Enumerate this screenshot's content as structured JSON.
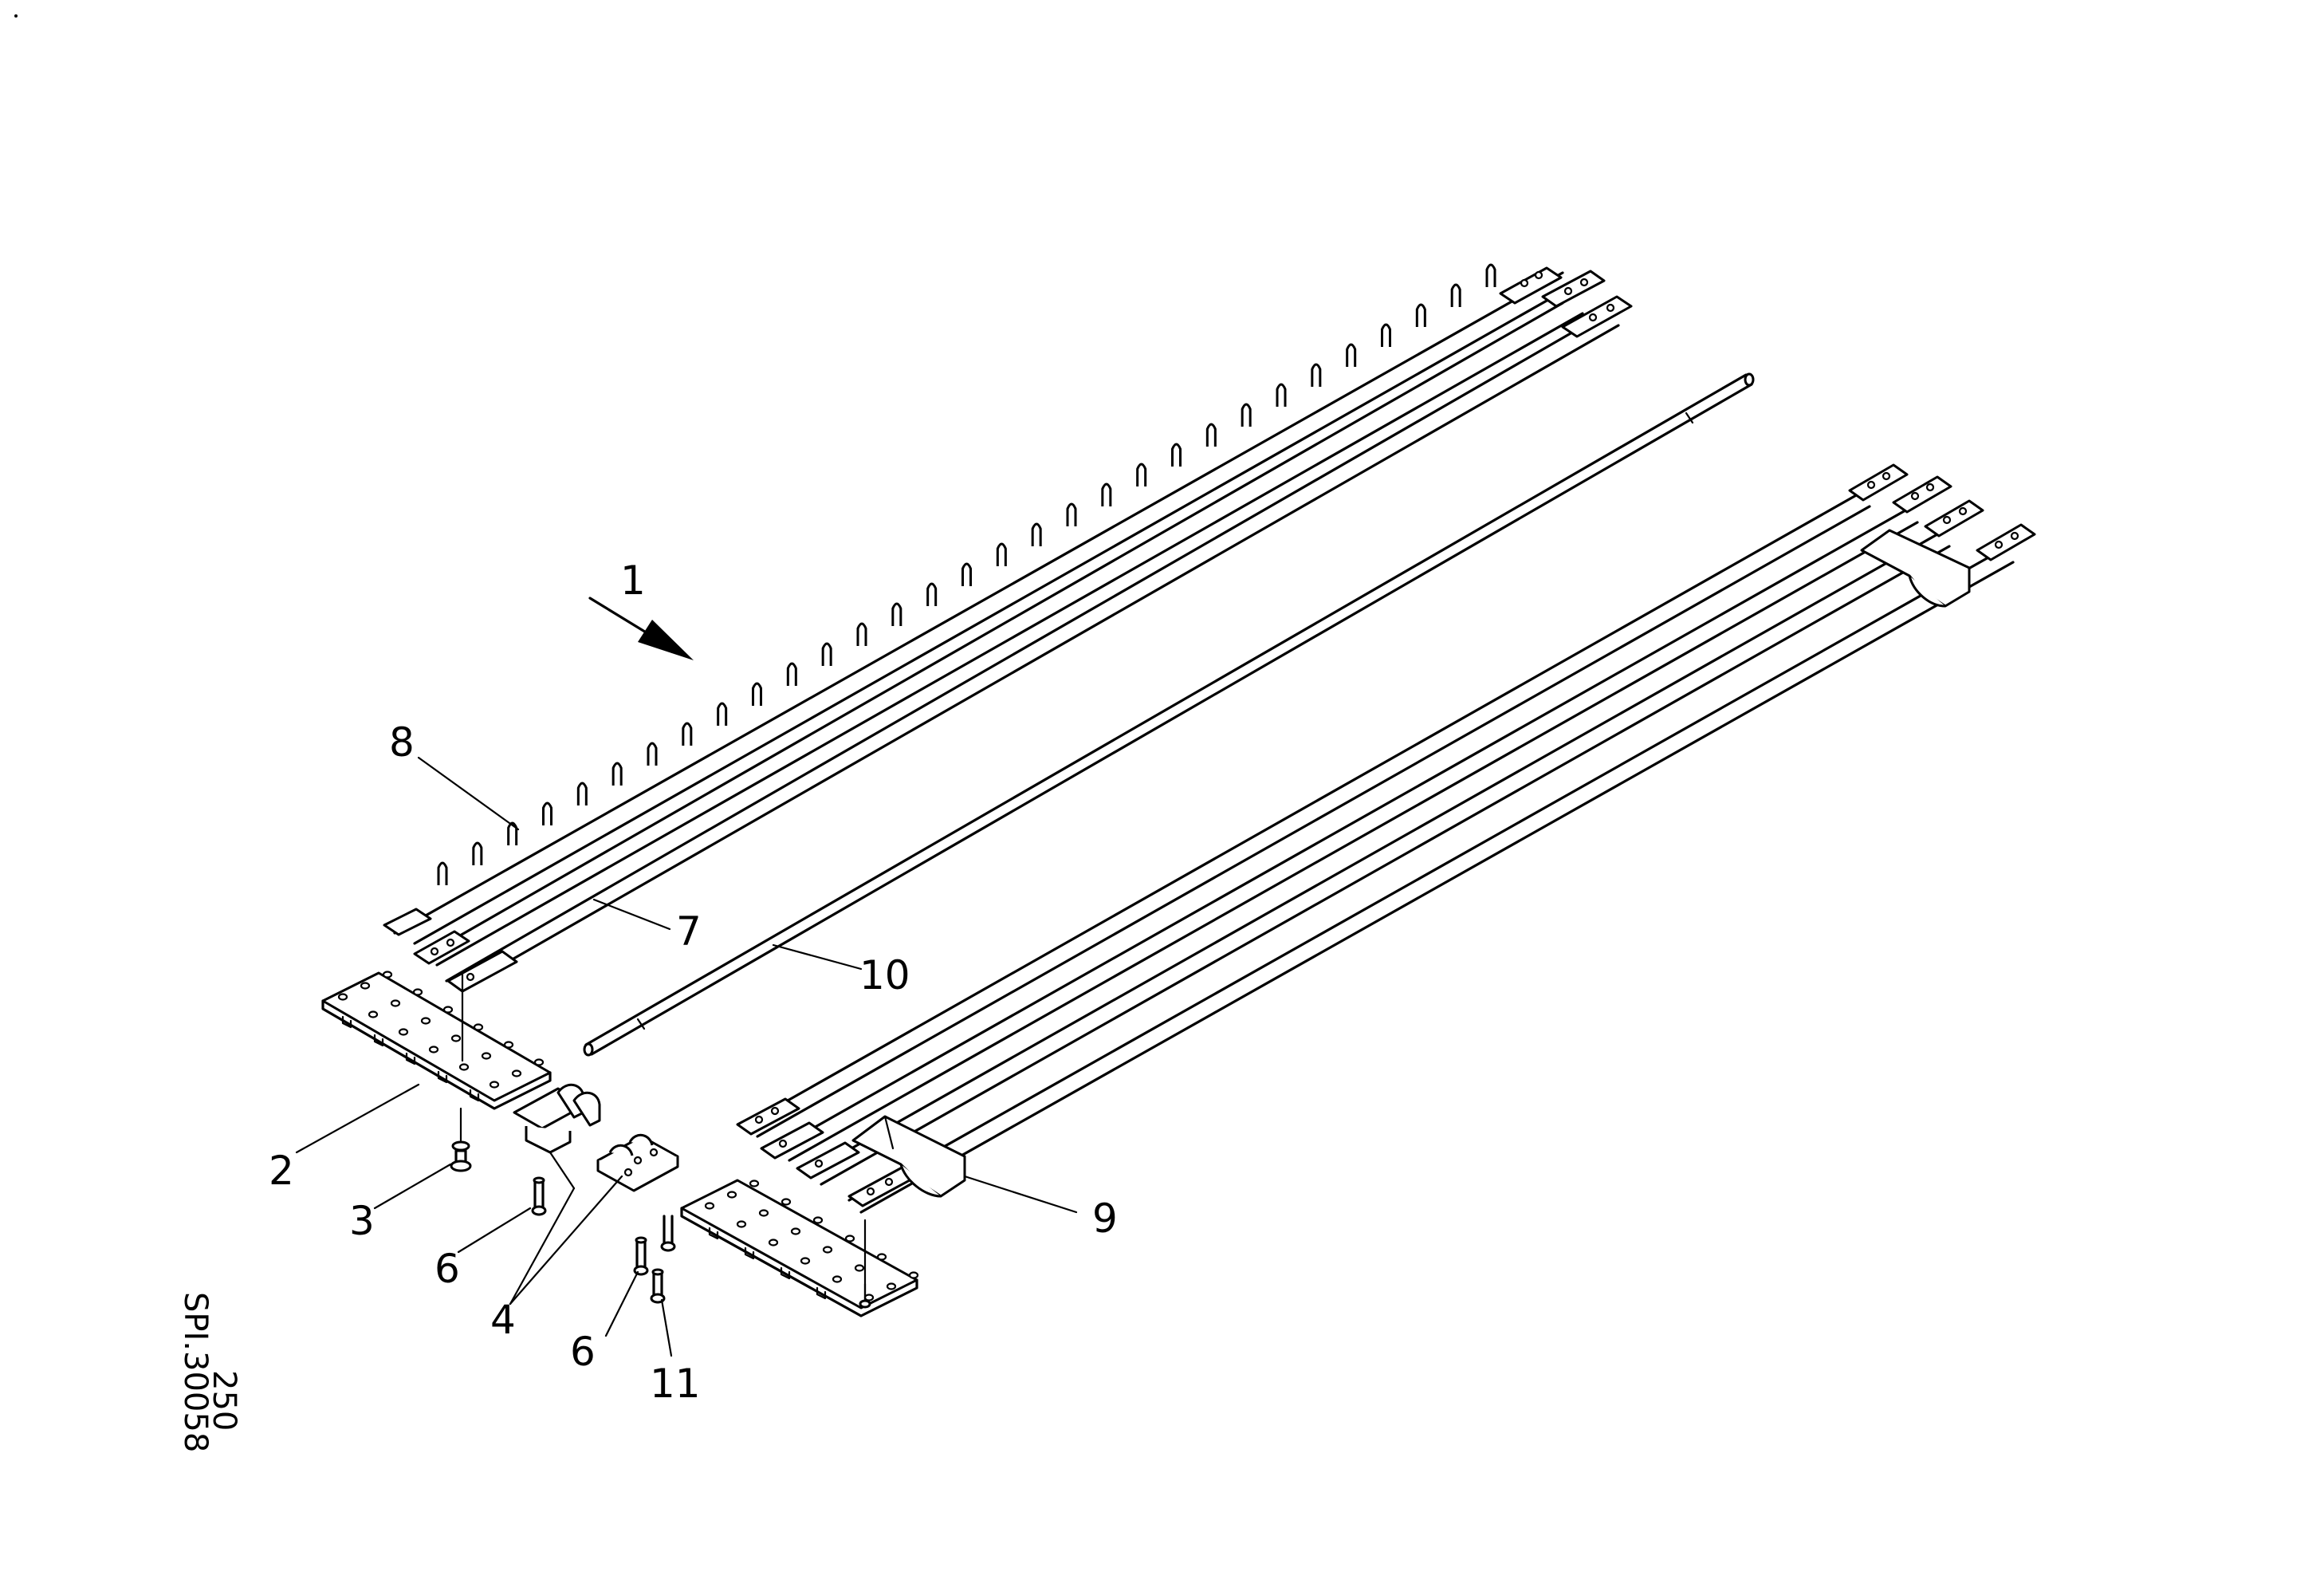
{
  "diagram": {
    "callouts": [
      "1",
      "2",
      "3",
      "4",
      "6",
      "6",
      "7",
      "8",
      "9",
      "10",
      "11"
    ],
    "drawing_ref": "SPI.30058",
    "sheet_number": "250"
  }
}
